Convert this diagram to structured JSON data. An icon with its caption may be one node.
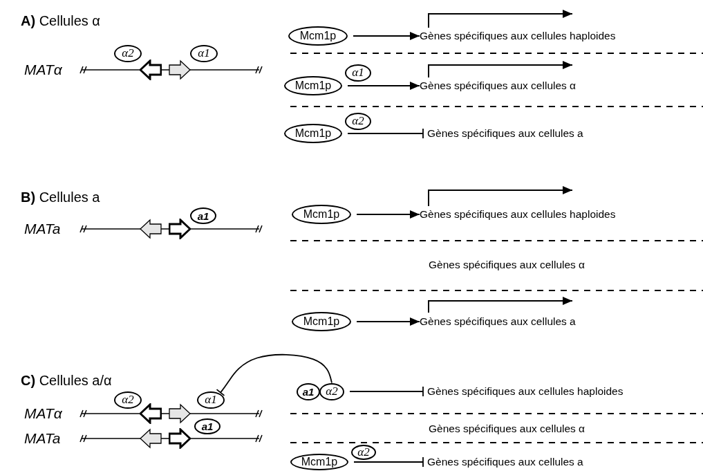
{
  "diagram": {
    "nodes": [
      {
        "text": [
          "α2"
        ]
      },
      {
        "text": [
          "α1"
        ]
      },
      {
        "text": [
          "Mcm1p"
        ]
      },
      {
        "text": [
          "Gènes spécifiques aux cellules haploides"
        ]
      },
      {
        "text": [
          "Mcm1p"
        ]
      },
      {
        "text": [
          "α1"
        ]
      },
      {
        "text": [
          "Gènes spécifiques aux cellules α"
        ]
      },
      {
        "text": [
          "Mcm1p"
        ]
      },
      {
        "text": [
          "α2"
        ]
      },
      {
        "text": [
          "Gènes spécifiques aux cellules a"
        ]
      },
      {
        "text": [
          "a1"
        ]
      },
      {
        "text": [
          "Mcm1p"
        ]
      },
      {
        "text": [
          "Gènes spécifiques aux cellules haploides"
        ]
      },
      {
        "text": [
          "Mcm1p"
        ]
      },
      {
        "text": [
          "Gènes spécifiques aux cellules a"
        ]
      },
      {
        "text": [
          "α2"
        ]
      },
      {
        "text": [
          "α1"
        ]
      },
      {
        "text": [
          "a1"
        ]
      },
      {
        "text": [
          "α2"
        ]
      },
      {
        "text": [
          "Gènes spécifiques aux cellules haploides"
        ]
      },
      {
        "text": [
          "a1"
        ]
      },
      {
        "text": [
          "Mcm1p"
        ]
      },
      {
        "text": [
          "α2"
        ]
      },
      {
        "text": [
          "Gènes spécifiques aux cellules a"
        ]
      },
      {
        "text": [],
        "shape": "arrow"
      },
      {
        "text": [],
        "shape": "arrow"
      },
      {
        "text": [],
        "shape": "arrow"
      },
      {
        "text": [],
        "shape": "arrow"
      },
      {
        "text": [],
        "shape": "arrow"
      },
      {
        "text": [],
        "shape": "arrow"
      },
      {
        "text": [],
        "shape": "arrow"
      },
      {
        "text": [],
        "shape": "arrow"
      }
    ],
    "edges": [
      {
        "from": 2,
        "to": 3,
        "arrow": "to"
      },
      {
        "from": 4,
        "to": 6,
        "arrow": "to"
      },
      {
        "from": 7,
        "to": 9,
        "arrow": "other"
      },
      {
        "from": 11,
        "to": 12,
        "arrow": "to"
      },
      {
        "from": 13,
        "to": 14,
        "arrow": "to"
      },
      {
        "from": 18,
        "to": 16,
        "arrow": "other"
      },
      {
        "from": 18,
        "to": 19,
        "arrow": "other"
      },
      {
        "from": 21,
        "to": 23,
        "arrow": "other"
      }
    ],
    "labels": [
      "**A)** Cellules α",
      "MATα",
      "**B)** Cellules a",
      "MATa",
      "Gènes spécifiques aux cellules α",
      "**C)** Cellules a/α",
      "MATα",
      "Gènes spécifiques aux cellules α",
      "MATa"
    ]
  }
}
